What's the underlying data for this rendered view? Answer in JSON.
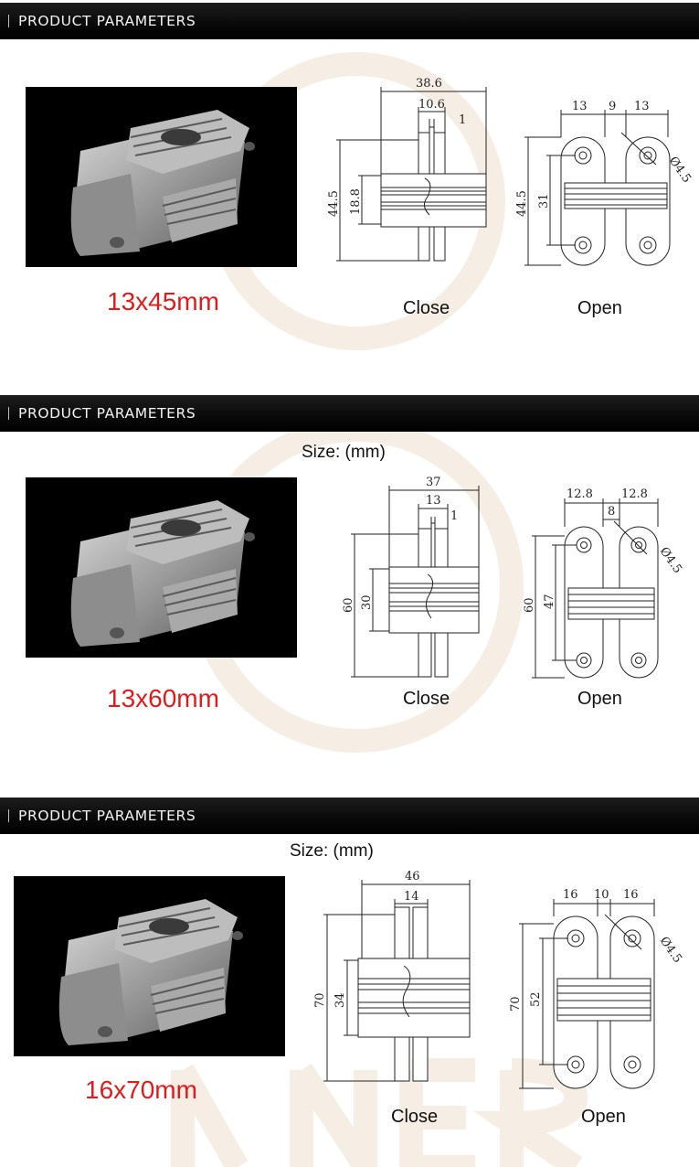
{
  "sections": [
    {
      "header": "PRODUCT PARAMETERS",
      "unit_label": "",
      "size": "13x45mm",
      "close_label": "Close",
      "open_label": "Open",
      "close_dims": {
        "width": "38.6",
        "inner": "10.6",
        "gap": "1",
        "height": "44.5",
        "plate": "18.8"
      },
      "open_dims": {
        "left": "13",
        "mid": "9",
        "right": "13",
        "height": "44.5",
        "inner": "31",
        "hole": "Ø4.5"
      }
    },
    {
      "header": "PRODUCT PARAMETERS",
      "unit_label": "Size: (mm)",
      "size": "13x60mm",
      "close_label": "Close",
      "open_label": "Open",
      "close_dims": {
        "width": "37",
        "inner": "13",
        "gap": "1",
        "height": "60",
        "plate": "30"
      },
      "open_dims": {
        "left": "12.8",
        "mid": "8",
        "right": "12.8",
        "height": "60",
        "inner": "47",
        "hole": "Ø4.5"
      }
    },
    {
      "header": "PRODUCT PARAMETERS",
      "unit_label": "Size: (mm)",
      "size": "16x70mm",
      "close_label": "Close",
      "open_label": "Open",
      "close_dims": {
        "width": "46",
        "inner": "14",
        "height": "70",
        "plate": "34"
      },
      "open_dims": {
        "left": "16",
        "mid": "10",
        "right": "16",
        "height": "70",
        "inner": "52",
        "hole": "Ø4.5"
      }
    }
  ],
  "colors": {
    "header_bg": "#0a0a0a",
    "size_label": "#e01b1b",
    "line": "#222222"
  }
}
